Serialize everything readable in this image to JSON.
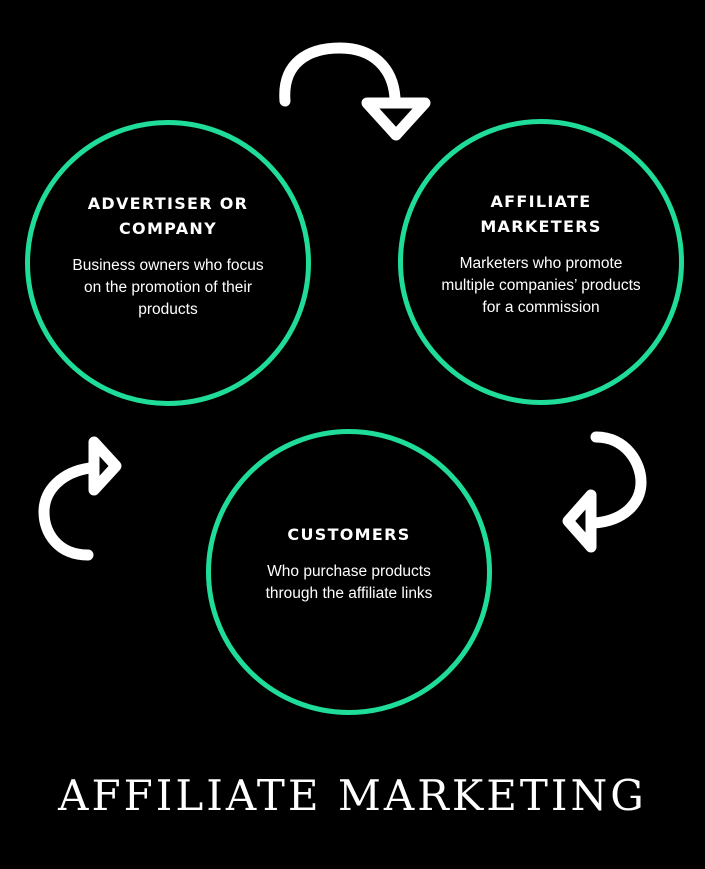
{
  "colors": {
    "background": "#000000",
    "circle_stroke": "#1fdc98",
    "text": "#ffffff",
    "arrow": "#ffffff"
  },
  "nodes": [
    {
      "title": "ADVERTISER OR COMPANY",
      "description": "Business owners who focus on the promotion of their products"
    },
    {
      "title": "AFFILIATE MARKETERS",
      "description": "Marketers who promote multiple companies’ products for a commission"
    },
    {
      "title": "CUSTOMERS",
      "description": "Who purchase products through the affiliate links"
    }
  ],
  "arrows": [
    {
      "from": "ADVERTISER OR COMPANY",
      "to": "AFFILIATE MARKETERS",
      "icon": "curved-arrow-clockwise-icon"
    },
    {
      "from": "AFFILIATE MARKETERS",
      "to": "CUSTOMERS",
      "icon": "curved-arrow-clockwise-icon"
    },
    {
      "from": "CUSTOMERS",
      "to": "ADVERTISER OR COMPANY",
      "icon": "curved-arrow-clockwise-icon"
    }
  ],
  "title": "AFFILIATE MARKETING"
}
